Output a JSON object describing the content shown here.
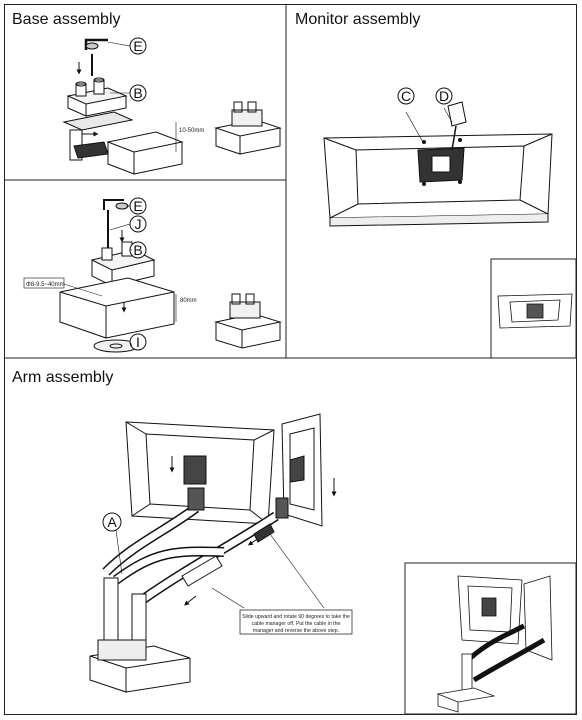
{
  "sections": {
    "base": {
      "title": "Base assembly"
    },
    "monitor": {
      "title": "Monitor assembly"
    },
    "arm": {
      "title": "Arm assembly"
    }
  },
  "parts": {
    "A": "A",
    "B": "B",
    "C": "C",
    "D": "D",
    "E": "E",
    "I": "I",
    "J": "J"
  },
  "dimensions": {
    "clamp_range": "10-50mm",
    "grommet_hole": "Φ8-9.5~40mm",
    "grommet_thickness": "80mm"
  },
  "note_lines": [
    "Slide upward and rotate 90 degrees to take the",
    "cable manager off.  Put the cable in the",
    "manager and reverse the above step."
  ]
}
